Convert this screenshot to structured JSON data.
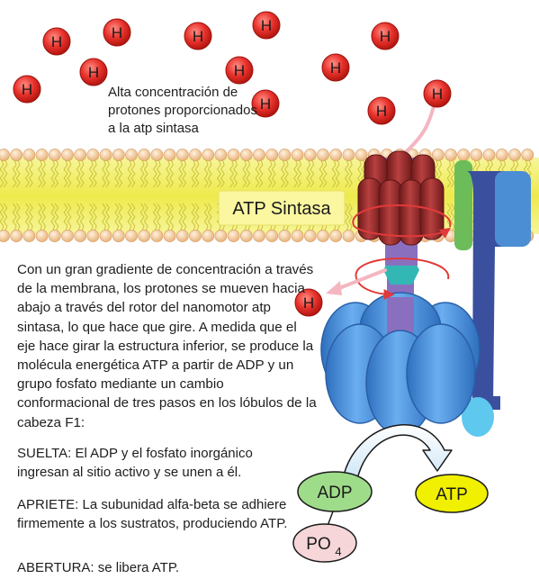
{
  "labels": {
    "top_annotation": "Alta concentración de protones proporcionados a la atp sintasa",
    "enzyme_name": "ATP Sintasa",
    "mechanism": "Con un gran gradiente de concentración a través de la membrana, los protones se mueven hacia abajo a través del rotor del nanomotor atp sintasa, lo que hace que gire. A medida que el eje hace girar la estructura inferior, se produce la molécula energética ATP a partir de ADP y un grupo fosfato mediante un cambio conformacional de tres pasos en los lóbulos de la cabeza F1:",
    "step_suelta": "SUELTA: El ADP y el fosfato inorgánico ingresan al sitio activo y se unen a él.",
    "step_apriete": "APRIETE: La subunidad alfa-beta se adhiere firmemente a los sustratos, produciendo ATP.",
    "step_abertura": "ABERTURA: se libera ATP."
  },
  "molecules": {
    "proton": "H",
    "adp": "ADP",
    "atp": "ATP",
    "phosphate_main": "PO",
    "phosphate_sub": "4"
  },
  "colors": {
    "proton_fill": "#e8322c",
    "membrane_band": "#f2f06a",
    "lipid_head": "#f3c89a",
    "rotor_red": "#9b2a2a",
    "stator_blue": "#3e56a6",
    "f1_blue": "#4a8fd6",
    "adp_green": "#9fdc8a",
    "atp_yellow": "#f0f000",
    "po4_pink": "#f6d6d8"
  }
}
